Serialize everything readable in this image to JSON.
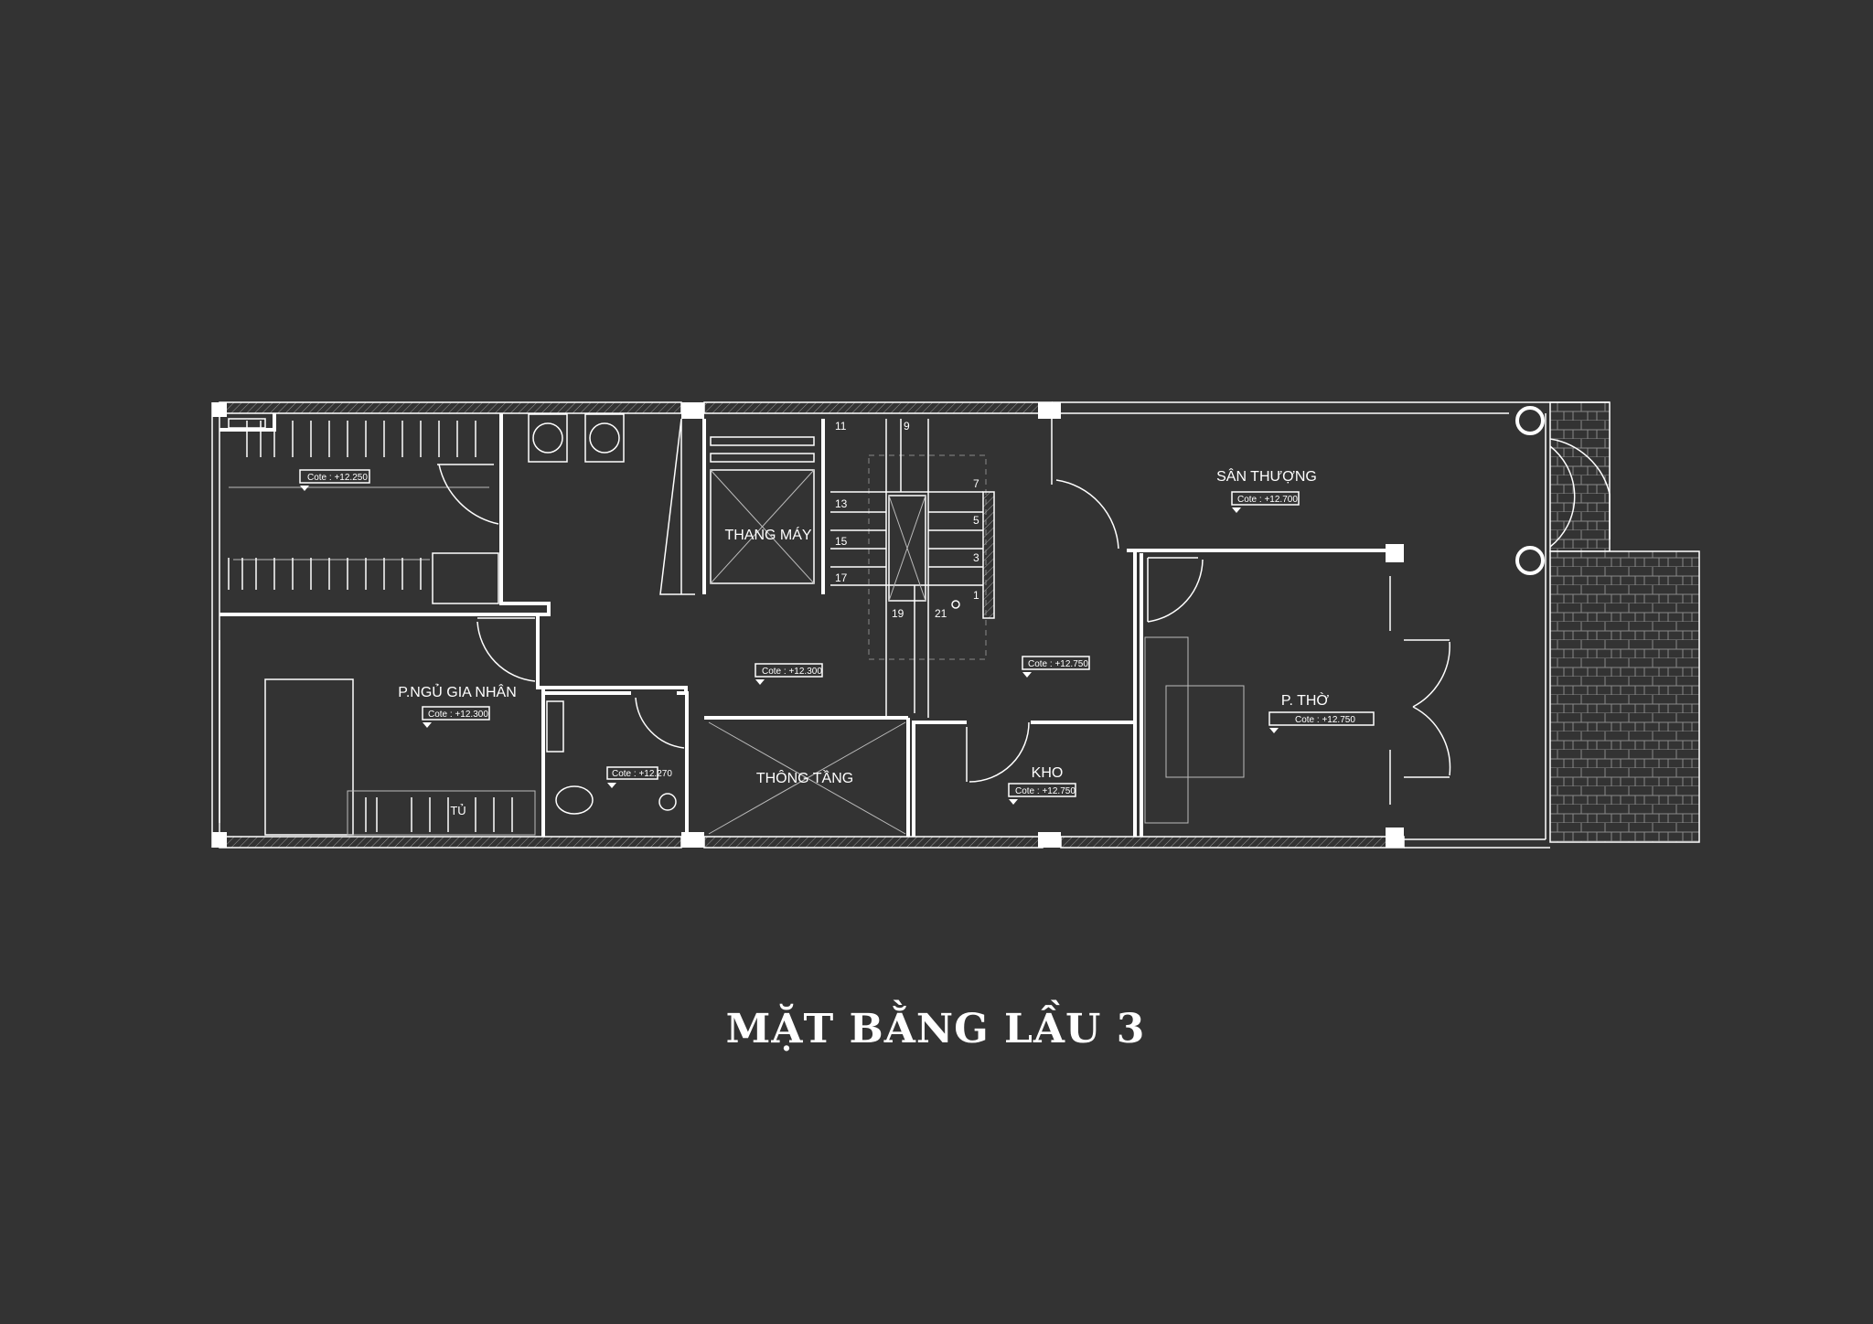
{
  "title": "MẶT BẰNG LẦU 3",
  "rooms": {
    "closet": {
      "cote": "Cote : +12.250"
    },
    "bedroom": {
      "label": "P.NGỦ GIA NHÂN",
      "cote": "Cote : +12.300",
      "wardrobe": "TỦ"
    },
    "wc": {
      "cote": "Cote : +12.270"
    },
    "hall": {
      "cote": "Cote : +12.300"
    },
    "elevator": {
      "label": "THANG MÁY"
    },
    "void": {
      "label": "THÔNG TẦNG"
    },
    "landing": {
      "cote": "Cote : +12.750"
    },
    "storage": {
      "label": "KHO",
      "cote": "Cote : +12.750"
    },
    "altar": {
      "label": "P. THỜ",
      "cote": "Cote : +12.750"
    },
    "terrace": {
      "label": "SÂN THƯỢNG",
      "cote": "Cote : +12.700"
    }
  },
  "stair_steps": [
    "1",
    "3",
    "5",
    "7",
    "9",
    "11",
    "13",
    "15",
    "17",
    "19",
    "21"
  ]
}
